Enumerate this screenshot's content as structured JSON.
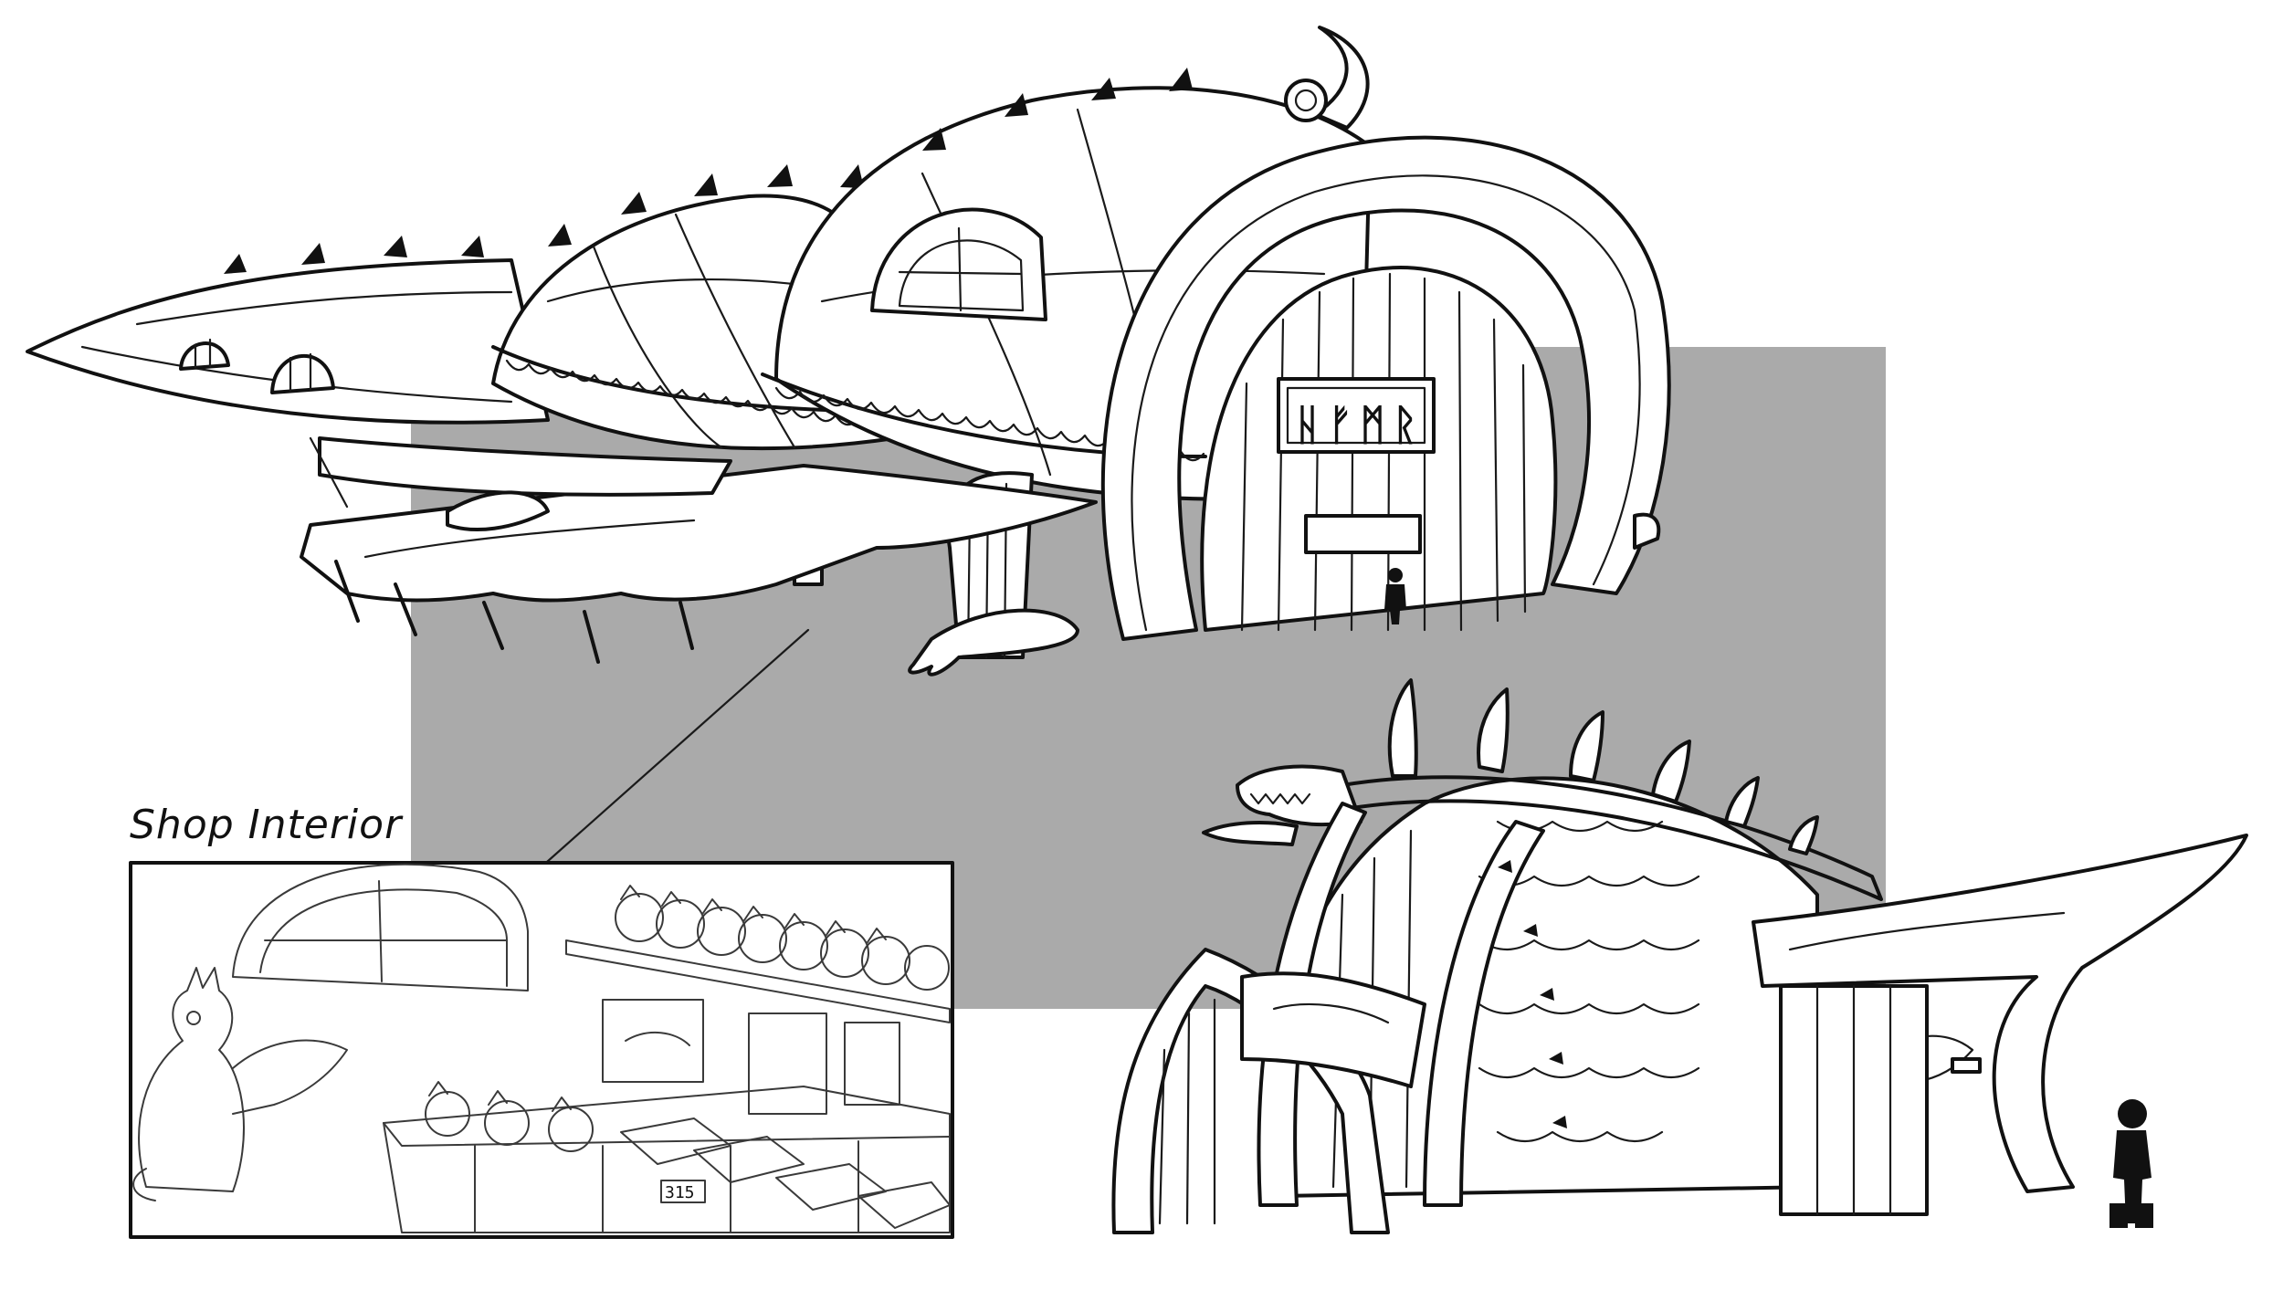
{
  "caption": {
    "shop_interior": "Shop Interior"
  },
  "sign": {
    "runes": "ᚺᚠᛗᚱ"
  },
  "tray": {
    "label": "315"
  },
  "colors": {
    "ink": "#111111",
    "backdrop": "#aaaaaa",
    "paper": "#ffffff"
  },
  "illustrations": [
    "dragon-shaped-shop-building",
    "dragon-skeleton-arch-building",
    "shop-interior-sketch",
    "viking-silhouette-small",
    "viking-silhouette-large"
  ]
}
